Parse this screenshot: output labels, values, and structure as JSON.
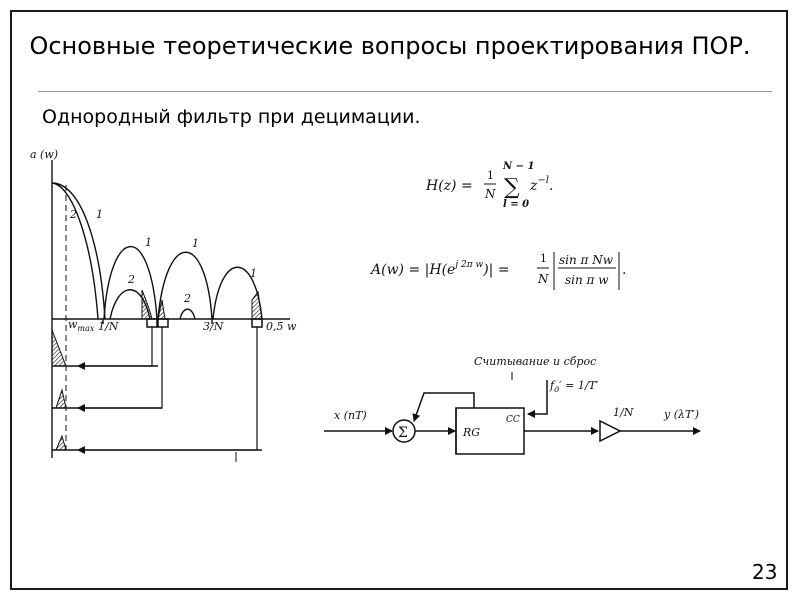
{
  "slide": {
    "title": "Основные теоретические вопросы проектирования ПОР.",
    "subtitle": "Однородный фильтр при децимации.",
    "page_number": "23"
  },
  "graph": {
    "y_axis_label": "a (w)",
    "x_label_wmax": "w",
    "x_label_wmax_sub": "max",
    "x_label_1n": "1/N",
    "x_label_3n": "3/N",
    "x_label_05": "0,5",
    "x_label_w": "w",
    "curve_label_1": "1",
    "curve_label_2": "2"
  },
  "formulas": {
    "h_lhs": "H(z) =",
    "h_frac_num": "1",
    "h_frac_den": "N",
    "h_sum_top": "N − 1",
    "h_sum_symbol": "∑",
    "h_sum_bottom": "l = 0",
    "h_term": "z",
    "h_exp": "−l",
    "h_end": ".",
    "a_lhs": "A(w) = |H(e",
    "a_exp": "j 2π w",
    "a_mid": ")| =",
    "a_frac_num": "1",
    "a_frac_den": "N",
    "a_sin_num": "sin π Nw",
    "a_sin_den": "sin π w",
    "a_end": "."
  },
  "block_diagram": {
    "control_label": "Считывание и сброс",
    "clock_label": "f",
    "clock_sub": "д",
    "clock_rest": "′ = 1/T′",
    "input_label": "x (nT)",
    "sum_symbol": "Σ",
    "register_label": "RG",
    "counter_label": "CC",
    "gain_label": "1/N",
    "output_label": "y (λT′)"
  }
}
